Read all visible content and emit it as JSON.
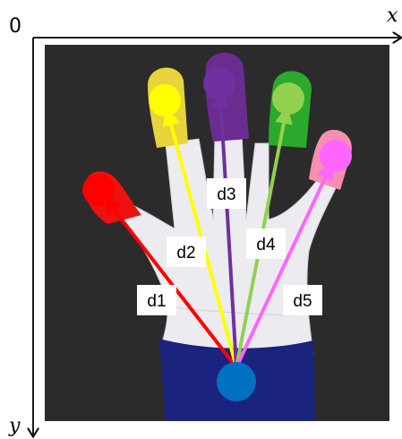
{
  "axes": {
    "origin": "0",
    "x": "x",
    "y": "y"
  },
  "distances": [
    {
      "label": "d1",
      "color": "#ff0000"
    },
    {
      "label": "d2",
      "color": "#ffff00"
    },
    {
      "label": "d3",
      "color": "#7030a0"
    },
    {
      "label": "d4",
      "color": "#92d050"
    },
    {
      "label": "d5",
      "color": "#ff66ff"
    }
  ],
  "colors": {
    "palm_marker": "#0070c0",
    "background_photo": "#2b2b2b",
    "glove": "#ecebf0",
    "cuff": "#1a237e",
    "thumb_cap": "#ee1111",
    "index_cap": "#e8d43a",
    "middle_cap": "#6a2c91",
    "ring_cap": "#2ca82c",
    "pinky_cap": "#f48fb1"
  }
}
